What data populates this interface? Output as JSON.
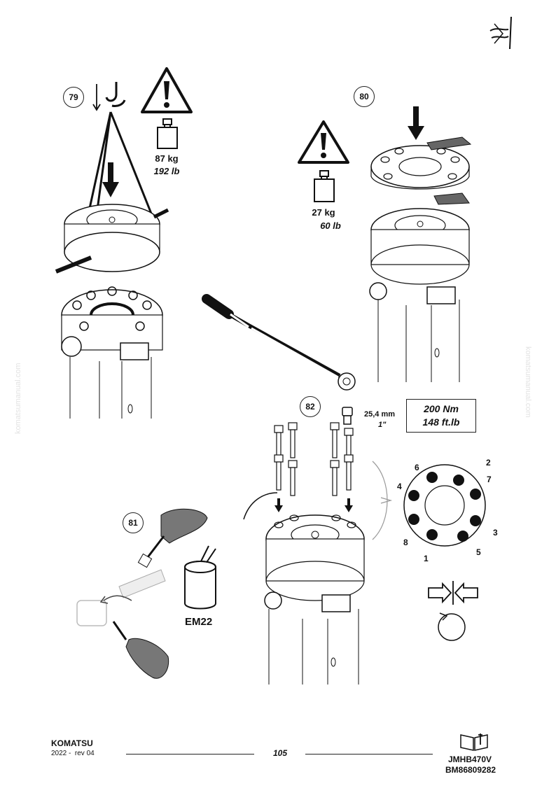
{
  "steps": {
    "s79": {
      "label": "79",
      "weight_kg": "87 kg",
      "weight_lb": "192 lb"
    },
    "s80": {
      "label": "80",
      "weight_kg": "27 kg",
      "weight_lb": "60 lb"
    },
    "s81": {
      "label": "81",
      "product": "EM22"
    },
    "s82": {
      "label": "82",
      "socket_mm": "25,4 mm",
      "socket_in": "1\"",
      "torque_nm": "200 Nm",
      "torque_ftlb": "148 ft.lb"
    }
  },
  "tightening_sequence": [
    "6",
    "2",
    "4",
    "7",
    "8",
    "3",
    "1",
    "5"
  ],
  "footer": {
    "brand": "KOMATSU",
    "year_rev": "2022 -  rev 04",
    "page": "105",
    "model": "JMHB470V",
    "doc_code": "BM86809282"
  },
  "watermark": "komatsumanual.com",
  "icons": [
    "hook-icon",
    "warning-icon",
    "weight-icon",
    "torque-wrench-icon",
    "paint-can-icon",
    "brush-icon",
    "manual-icon",
    "tighten-icon",
    "rotation-icon"
  ]
}
